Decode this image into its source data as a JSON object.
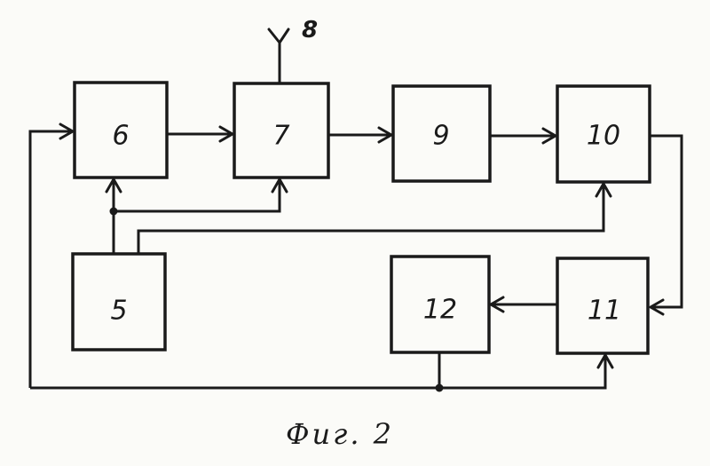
{
  "blocks": {
    "b5": "5",
    "b6": "6",
    "b7": "7",
    "b9": "9",
    "b10": "10",
    "b11": "11",
    "b12": "12"
  },
  "antenna_label": "8",
  "caption": "Фиг. 2",
  "colors": {
    "ink": "#1a1a1a",
    "paper": "#fbfbf8"
  }
}
